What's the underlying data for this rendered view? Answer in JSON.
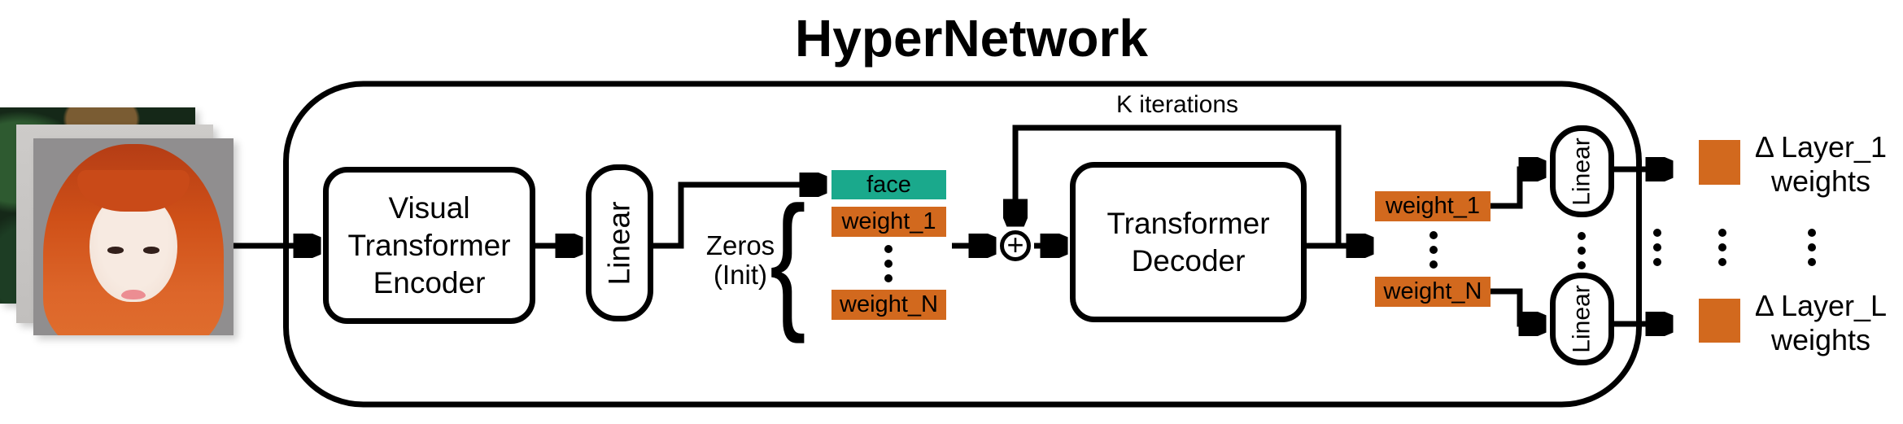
{
  "figure": {
    "title": "HyperNetwork"
  },
  "hypernetwork": {
    "encoder_label": "Visual Transformer Encoder",
    "linear_label": "Linear",
    "zeros_label": "Zeros",
    "zeros_sublabel": "(Init)",
    "brace_glyph": "{",
    "token_stack": {
      "face": "face",
      "weight_first": "weight_1",
      "weight_last": "weight_N"
    },
    "sum_symbol": "+",
    "loop_label": "K iterations",
    "decoder_label": "Transformer Decoder",
    "output_stack": {
      "weight_first": "weight_1",
      "weight_last": "weight_N"
    }
  },
  "outputs": {
    "layer1": {
      "line1": "Δ Layer_1",
      "line2": "weights"
    },
    "layerL": {
      "line1": "Δ Layer_L",
      "line2": "weights"
    }
  },
  "icons": {
    "input": "face-photo-stack",
    "ellipsis": "vertical-dots"
  },
  "colors": {
    "face_token": "#1aa98c",
    "weight_token": "#d2691e",
    "output_square": "#d2691e",
    "stroke": "#000000",
    "background": "#ffffff"
  }
}
